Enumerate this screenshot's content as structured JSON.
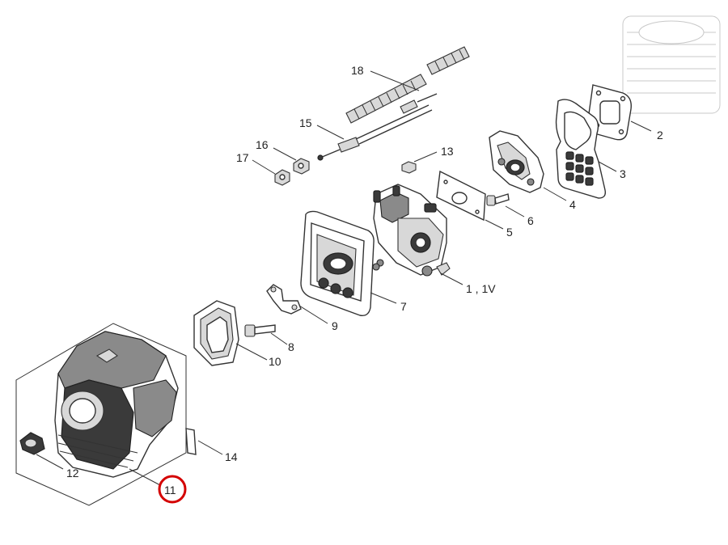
{
  "diagram": {
    "callouts": {
      "p1": "1 , 1V",
      "p2": "2",
      "p3": "3",
      "p4": "4",
      "p5": "5",
      "p6": "6",
      "p7": "7",
      "p8": "8",
      "p9": "9",
      "p10": "10",
      "p11": "11",
      "p12": "12",
      "p13": "13",
      "p14": "14",
      "p15": "15",
      "p16": "16",
      "p17": "17",
      "p18": "18"
    },
    "highlighted_callout": "11",
    "colors": {
      "highlight": "#d40000",
      "line": "#333333",
      "background": "#ffffff"
    }
  }
}
